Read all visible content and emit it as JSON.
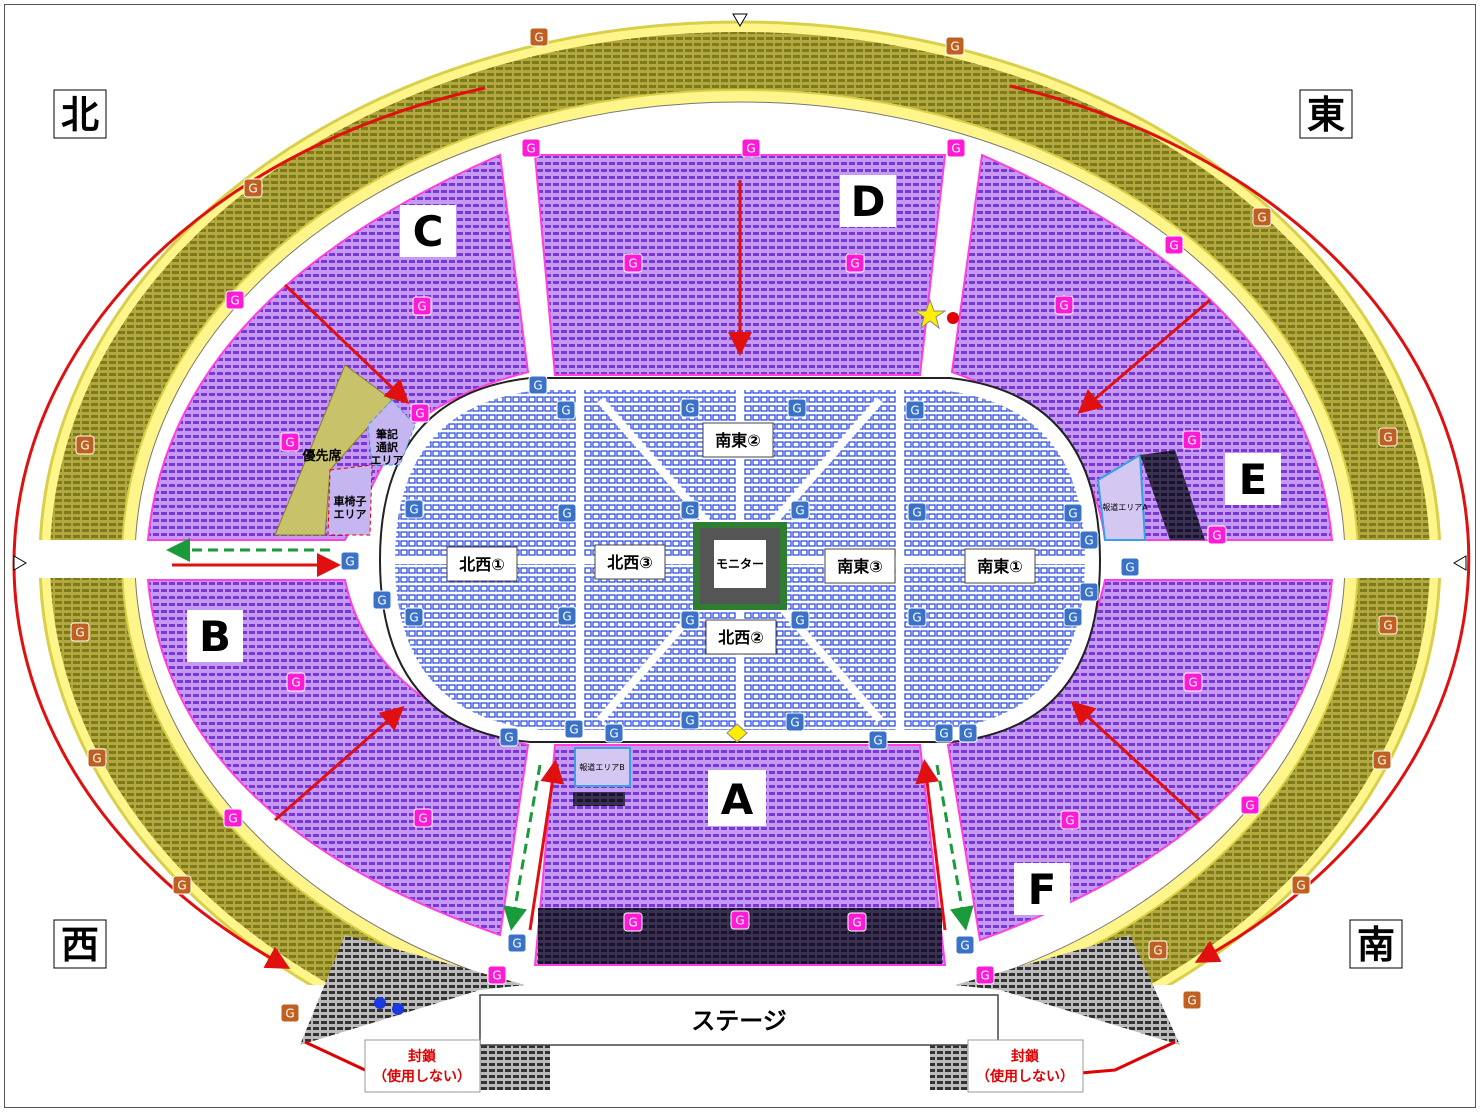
{
  "compass": {
    "north": "北",
    "east": "東",
    "west": "西",
    "south": "南"
  },
  "blocks": {
    "a": "A",
    "b": "B",
    "c": "C",
    "d": "D",
    "e": "E",
    "f": "F"
  },
  "arena_zones": {
    "nw1": "北西①",
    "nw2": "北西②",
    "nw3": "北西③",
    "se1": "南東①",
    "se2": "南東②",
    "se3": "南東③",
    "monitor": "モニター"
  },
  "stage": "ステージ",
  "special_areas": {
    "priority": "優先席",
    "wheelchair_line1": "車椅子",
    "wheelchair_line2": "エリア",
    "interp_line1": "筆記",
    "interp_line2": "通訳",
    "interp_line3": "エリア",
    "press_a": "報道エリアA",
    "press_b": "報道エリアB"
  },
  "closed_notice": {
    "line1": "封鎖",
    "line2": "（使用しない）"
  },
  "gate_marker": "G",
  "colors": {
    "outer_ring": "#c9c06a",
    "outer_seats": "#8a8324",
    "purple_block": "#b783f0",
    "purple_seat": "#8a3fe0",
    "arena_seat": "#1e3fe0",
    "route_red": "#e01010",
    "route_green": "#1a9a3a",
    "gate_pink": "#ff1ad6",
    "gate_blue": "#3a72c8",
    "gate_brown": "#c06020",
    "closed_red": "#e00000"
  }
}
